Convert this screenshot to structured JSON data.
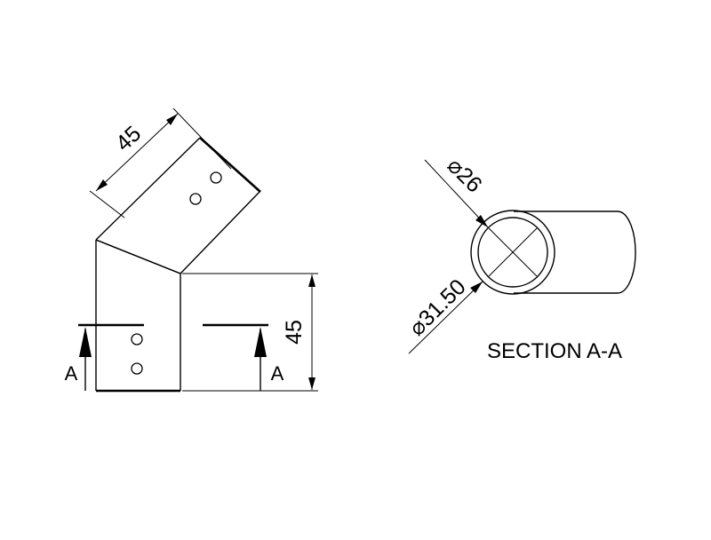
{
  "front_view": {
    "dim_angled": "45",
    "dim_vertical": "45",
    "section_label_left": "A",
    "section_label_right": "A"
  },
  "section_view": {
    "dim_inner_diameter": "⌀26",
    "dim_outer_diameter": "⌀31.50",
    "title": "SECTION A-A"
  }
}
